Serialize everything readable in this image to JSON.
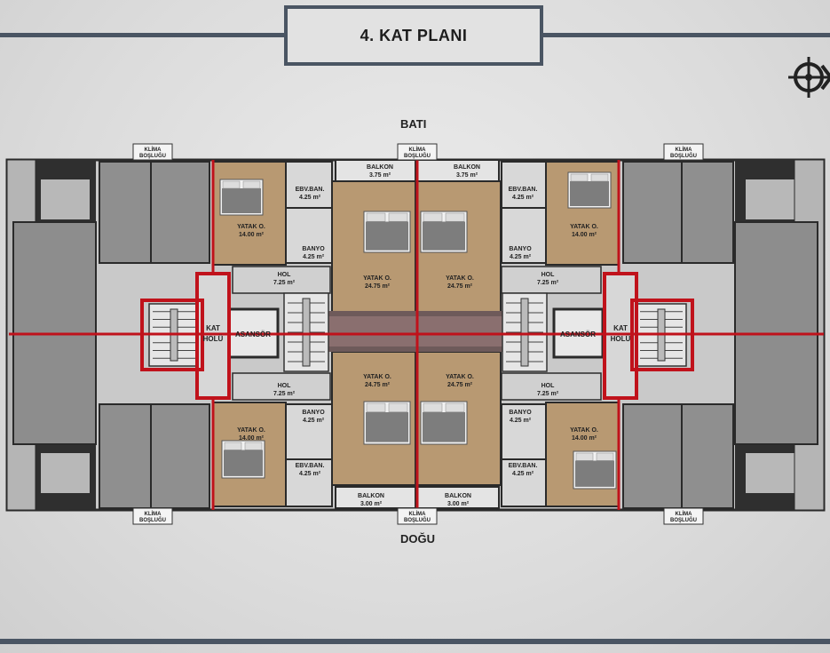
{
  "title": "4. KAT PLANI",
  "directions": {
    "top": "BATI",
    "bottom": "DOĞU"
  },
  "icons": {
    "compass": "compass-icon",
    "bed": "bed-icon",
    "stair": "staircase-icon"
  },
  "colors": {
    "wall": "#2a2a2a",
    "axis_red": "#c0121b",
    "floor_wood": "#b89972",
    "floor_grey": "#8f8f8f",
    "frame": "#4a5563"
  },
  "labels": {
    "klima": [
      "KLİMA",
      "BOŞLUĞU"
    ],
    "balkon_top_left": {
      "name": "BALKON",
      "area": "3.75 m²"
    },
    "balkon_top_right": {
      "name": "BALKON",
      "area": "3.75 m²"
    },
    "balkon_bottom_left": {
      "name": "BALKON",
      "area": "3.00 m²"
    },
    "balkon_bottom_right": {
      "name": "BALKON",
      "area": "3.00 m²"
    },
    "ebv_ban": {
      "name": "EBV.BAN.",
      "area": "4.25 m²"
    },
    "banyo": {
      "name": "BANYO",
      "area": "4.25 m²"
    },
    "yatak_small": {
      "name": "YATAK O.",
      "area": "14.00 m²"
    },
    "yatak_large": {
      "name": "YATAK O.",
      "area": "24.75 m²"
    },
    "hol": {
      "name": "HOL",
      "area": "7.25 m²"
    },
    "asansor": "ASANSÖR",
    "kat_holu": [
      "KAT",
      "HOLÜ"
    ]
  }
}
